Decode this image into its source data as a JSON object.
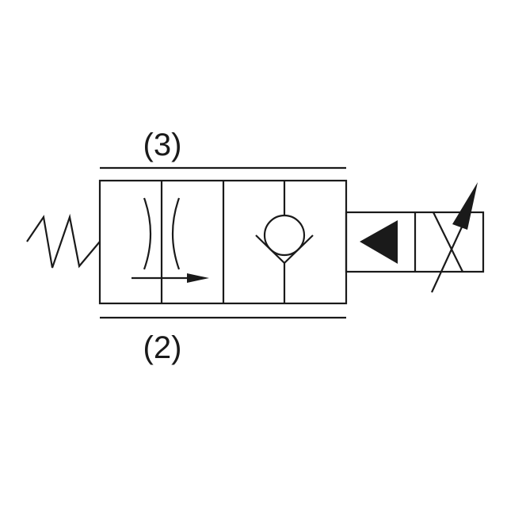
{
  "diagram": {
    "type": "hydraulic-valve-symbol",
    "stroke_color": "#1a1a1a",
    "background": "#ffffff",
    "ports": {
      "top": "(3)",
      "bottom": "(2)"
    },
    "envelopes": [
      {
        "name": "flow-control-envelope",
        "symbol": "throttle-orifice-with-flow-arrow"
      },
      {
        "name": "check-valve-envelope",
        "symbol": "check-valve"
      }
    ],
    "actuators": {
      "left": "spring",
      "right": "proportional-solenoid"
    }
  }
}
